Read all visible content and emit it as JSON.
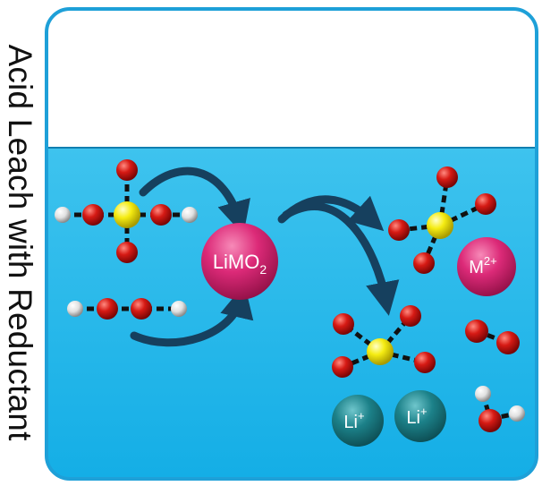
{
  "title": "Acid Leach with Reductant",
  "species": {
    "limo2": {
      "text": "LiMO",
      "sub": "2"
    },
    "metal_ion": {
      "text": "M",
      "sup": "2+"
    },
    "lithium_ion_1": {
      "text": "Li",
      "sup": "+"
    },
    "lithium_ion_2": {
      "text": "Li",
      "sup": "+"
    }
  },
  "colors": {
    "solution": "#1ab6e8",
    "container_border": "#1a9fd6",
    "oxygen": "#d21414",
    "sulfur": "#f5ec12",
    "hydrogen": "#e6e6e6",
    "limo2": "#d6256f",
    "metal_ion": "#d6256f",
    "lithium_ion": "#1b7f86",
    "arrow": "#16405e"
  }
}
